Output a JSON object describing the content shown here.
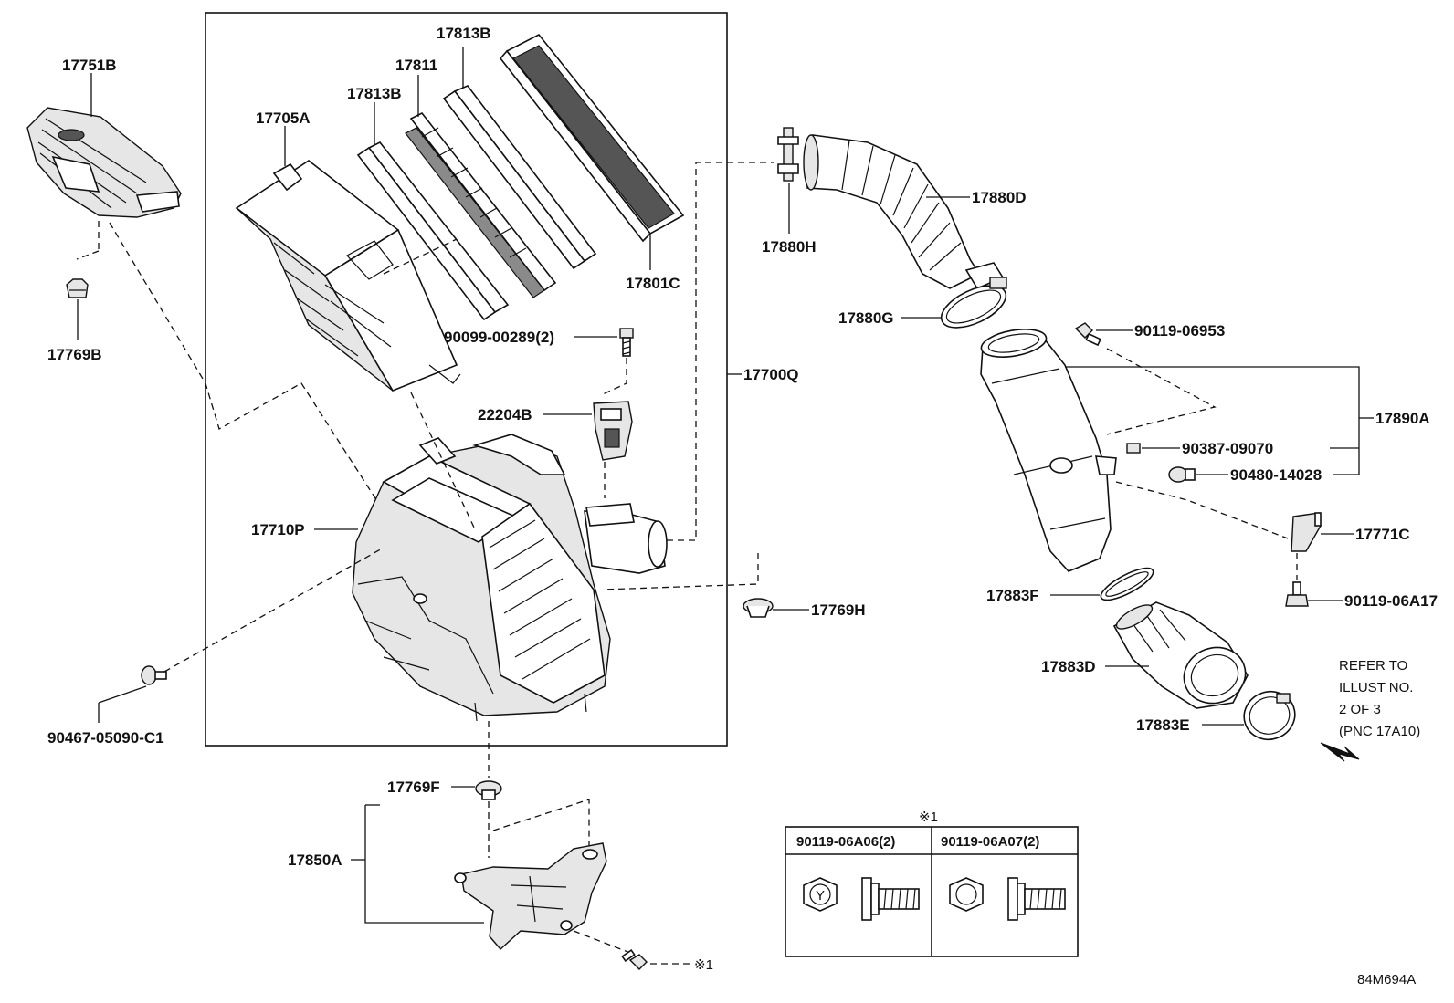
{
  "diagram_code": "84M694A",
  "labels": {
    "p17751B": "17751B",
    "p17769B": "17769B",
    "p17705A": "17705A",
    "p17813B_a": "17813B",
    "p17811": "17811",
    "p17813B_b": "17813B",
    "p17801C": "17801C",
    "p90099": "90099-00289(2)",
    "p22204B": "22204B",
    "p17700Q": "17700Q",
    "p17710P": "17710P",
    "p90467": "90467-05090-C1",
    "p17769H": "17769H",
    "p17769F": "17769F",
    "p17850A": "17850A",
    "p17880H": "17880H",
    "p17880D": "17880D",
    "p17880G": "17880G",
    "p90119_06953": "90119-06953",
    "p17890A": "17890A",
    "p90387": "90387-09070",
    "p90480": "90480-14028",
    "p17771C": "17771C",
    "p90119_06A17": "90119-06A17",
    "p17883F": "17883F",
    "p17883D": "17883D",
    "p17883E": "17883E",
    "note_mark_bolt": "※1"
  },
  "refer_note": {
    "line1": "REFER TO",
    "line2": "ILLUST NO.",
    "line3": "2 OF 3",
    "line4": "(PNC 17A10)"
  },
  "bolt_table": {
    "mark": "※1",
    "col1_header": "90119-06A06(2)",
    "col2_header": "90119-06A07(2)",
    "col1_head_letter": "Y"
  }
}
